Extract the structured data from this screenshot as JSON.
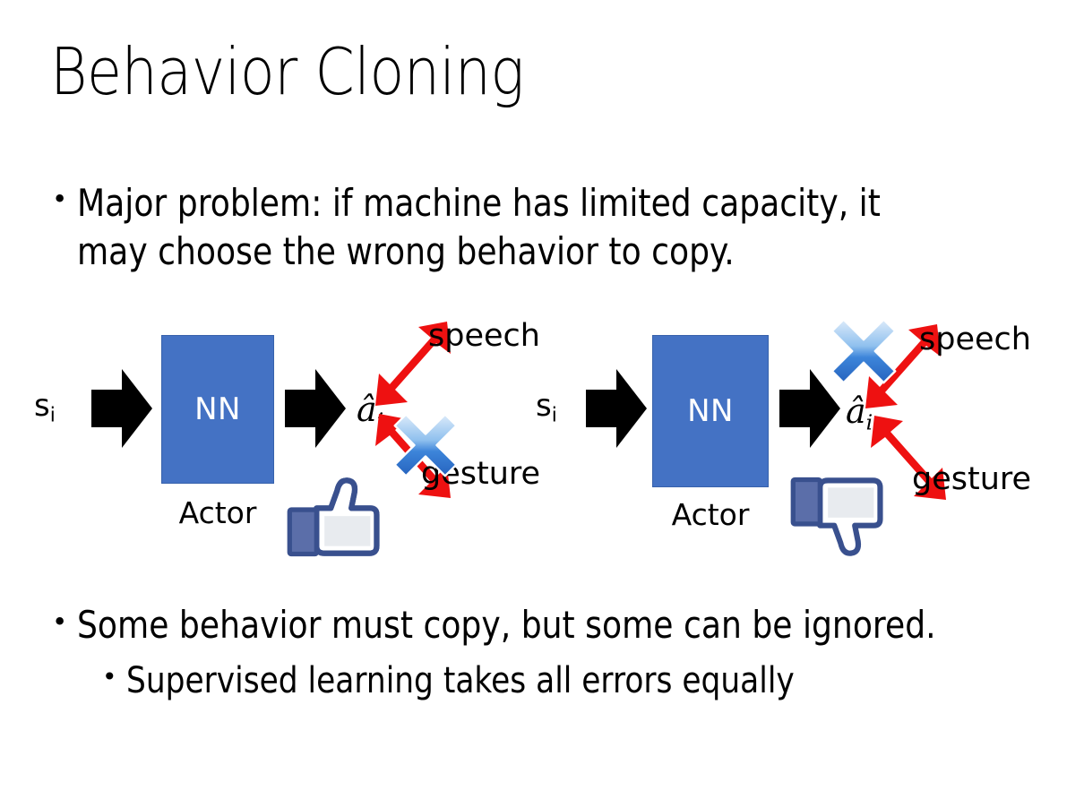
{
  "slide": {
    "title": "Behavior Cloning",
    "background_color": "#FFFFFF",
    "text_color": "#000000"
  },
  "bullets": {
    "top": {
      "marker": "•",
      "text": "Major problem: if machine has limited capacity, it may choose the wrong behavior to copy."
    },
    "bottom_level1": {
      "marker": "•",
      "text": "Some behavior must copy, but some can be ignored."
    },
    "bottom_level2": {
      "marker": "•",
      "text": "Supervised learning takes all errors equally"
    }
  },
  "colors": {
    "nn_box_fill": "#4472C4",
    "nn_box_border": "#3761AB",
    "arrow_black": "#000000",
    "red_arrow": "#EE1111",
    "cross_blue_light": "#CFE2F7",
    "cross_blue_dark": "#2A6FD0",
    "hand_outline": "#39508E",
    "hand_cuff": "#5B6EA9",
    "hand_fill": "#FFFFFF",
    "hand_shade": "#E4E7EC"
  },
  "diagrams": [
    {
      "id": "left",
      "state_label": "s",
      "state_subscript": "i",
      "nn_label": "NN",
      "actor_label": "Actor",
      "action_label": "â",
      "action_subscript": "i",
      "outputs": [
        {
          "name": "speech",
          "direction": "up-right",
          "blocked": false
        },
        {
          "name": "gesture",
          "direction": "down-right",
          "blocked": true
        }
      ],
      "feedback_icon": "thumbs-up",
      "feedback_sentiment": "positive"
    },
    {
      "id": "right",
      "state_label": "s",
      "state_subscript": "i",
      "nn_label": "NN",
      "actor_label": "Actor",
      "action_label": "â",
      "action_subscript": "i",
      "outputs": [
        {
          "name": "speech",
          "direction": "up-right",
          "blocked": true
        },
        {
          "name": "gesture",
          "direction": "down-right",
          "blocked": false
        }
      ],
      "feedback_icon": "thumbs-down",
      "feedback_sentiment": "negative"
    }
  ]
}
